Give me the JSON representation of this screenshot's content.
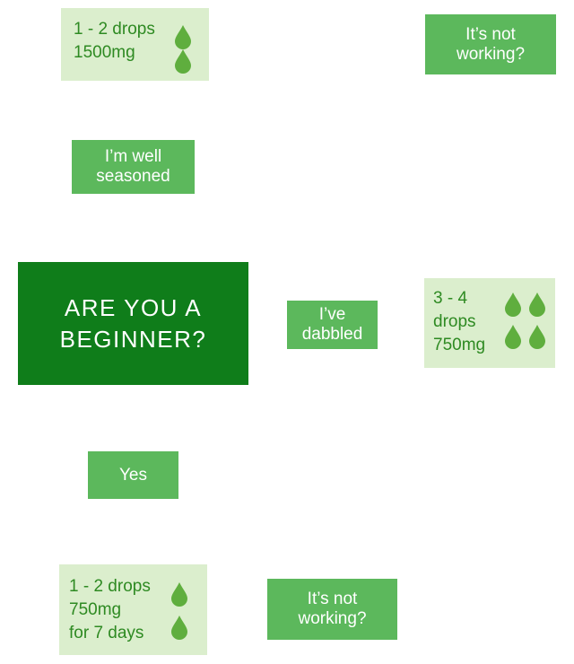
{
  "colors": {
    "main_box": "#0f7d1a",
    "answer_box": "#5cb85c",
    "dose_box": "#dbeecd",
    "dose_text": "#2e8a22",
    "drop_fill": "#5fae3e"
  },
  "question": {
    "text": "ARE YOU A\nBEGINNER?"
  },
  "answers": {
    "seasoned": "I’m well\nseasoned",
    "dabbled": "I’ve\ndabbled",
    "yes": "Yes"
  },
  "not_working": {
    "top": "It’s not\nworking?",
    "bottom": "It’s not\nworking?"
  },
  "doses": {
    "seasoned": {
      "text": "1 - 2 drops\n1500mg",
      "drop_icon": "drop-icon",
      "drop_count": 2
    },
    "dabbled": {
      "text": "3 - 4\ndrops\n750mg",
      "drop_icon": "drop-icon",
      "drop_count": 4
    },
    "beginner": {
      "text": "1 - 2 drops\n750mg\nfor 7 days",
      "drop_icon": "drop-icon",
      "drop_count": 2
    }
  }
}
